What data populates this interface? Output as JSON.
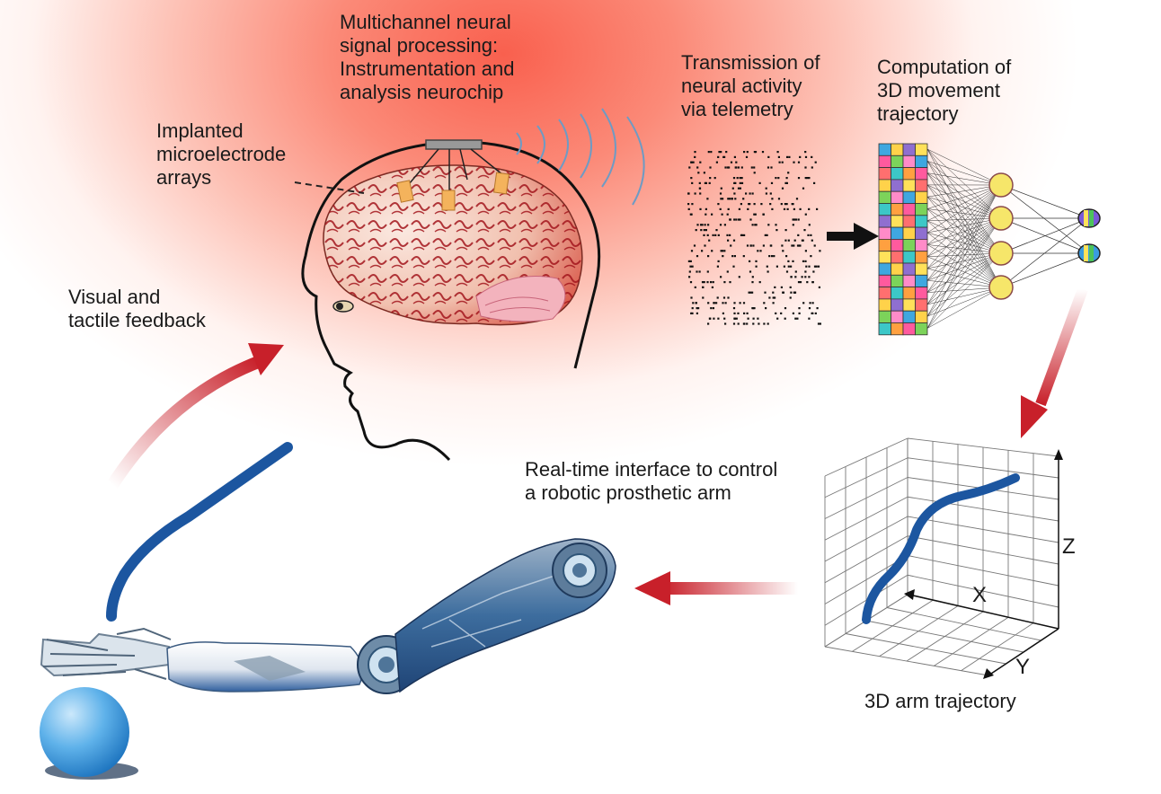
{
  "labels": {
    "neurochip": [
      "Multichannel neural",
      "signal processing:",
      "Instrumentation and",
      "analysis neurochip"
    ],
    "microelectrode": [
      "Implanted",
      "microelectrode",
      "arrays"
    ],
    "telemetry": [
      "Transmission of",
      "neural activity",
      "via telemetry"
    ],
    "computation": [
      "Computation of",
      "3D movement",
      "trajectory"
    ],
    "feedback": [
      "Visual and",
      "tactile feedback"
    ],
    "interface": [
      "Real-time interface to control",
      "a robotic prosthetic arm"
    ],
    "arm_trajectory": "3D arm trajectory",
    "axis_z": "Z",
    "axis_x": "X",
    "axis_y": "Y"
  },
  "colors": {
    "arrow_red": "#c8202a",
    "trajectory_blue": "#1c56a0",
    "brain_red": "#b0151c",
    "electrode_orange": "#f4b35c",
    "sphere_blue": "#3d9be0"
  },
  "grid_colors": [
    "#3fa7e0",
    "#ff5a9e",
    "#ff6f6f",
    "#ffd24a",
    "#7cd35a",
    "#3cc7c7",
    "#8f6fd0",
    "#ff8bc8",
    "#ffa040",
    "#ffe15a"
  ]
}
